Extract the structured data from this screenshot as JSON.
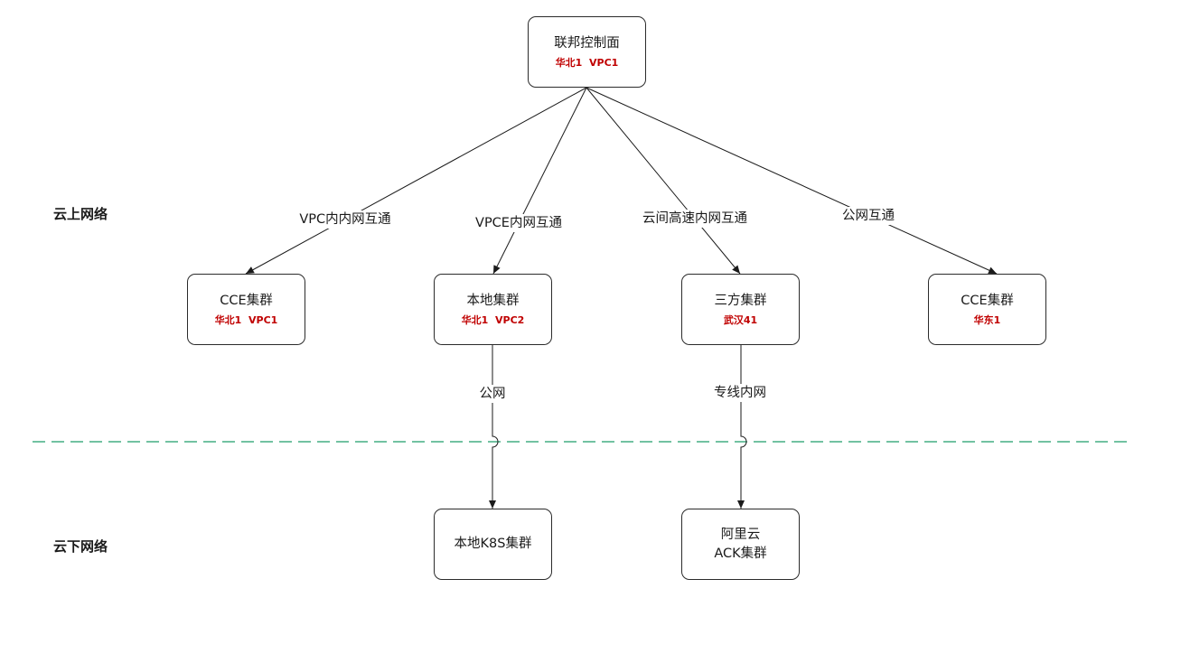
{
  "zones": {
    "cloud": "云上网络",
    "offcloud": "云下网络"
  },
  "nodes": {
    "control": {
      "title": "联邦控制面",
      "sub": "华北1  VPC1"
    },
    "cce1": {
      "title": "CCE集群",
      "sub": "华北1  VPC1"
    },
    "local": {
      "title": "本地集群",
      "sub": "华北1  VPC2"
    },
    "thirdparty": {
      "title": "三方集群",
      "sub": "武汉41"
    },
    "cce2": {
      "title": "CCE集群",
      "sub": "华东1"
    },
    "k8s": {
      "title": "本地K8S集群"
    },
    "aliyun": {
      "title": "阿里云",
      "title2": "ACK集群"
    }
  },
  "edges": {
    "vpc": "VPC内内网互通",
    "vpce": "VPCE内网互通",
    "cloud": "云间高速内网互通",
    "public": "公网互通",
    "public2": "公网",
    "private": "专线内网"
  },
  "colors": {
    "divider": "#1f9d6b",
    "subtitle": "#c00000",
    "stroke": "#2b2b2b"
  }
}
